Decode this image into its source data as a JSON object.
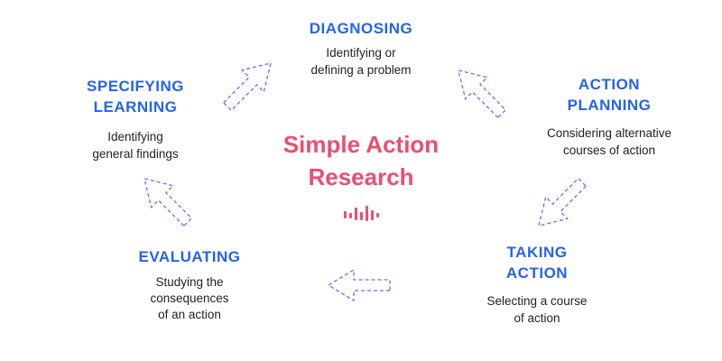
{
  "center": {
    "title_line1": "Simple Action",
    "title_line2": "Research"
  },
  "nodes": {
    "diagnosing": {
      "title": "DIAGNOSING",
      "desc": [
        "Identifying or",
        "defining a problem"
      ]
    },
    "action_planning": {
      "title": [
        "ACTION",
        "PLANNING"
      ],
      "desc": [
        "Considering alternative",
        "courses of action"
      ]
    },
    "taking_action": {
      "title": [
        "TAKING",
        "ACTION"
      ],
      "desc": [
        "Selecting a course",
        "of action"
      ]
    },
    "evaluating": {
      "title": "EVALUATING",
      "desc": [
        "Studying the",
        "consequences",
        "of an action"
      ]
    },
    "specifying_learning": {
      "title": [
        "SPECIFYING",
        "LEARNING"
      ],
      "desc": [
        "Identifying",
        "general findings"
      ]
    }
  },
  "colors": {
    "title": "#2563eb",
    "center": "#ee4d6f",
    "arrow": "#8b5cf6",
    "text": "#1f1f1f"
  }
}
